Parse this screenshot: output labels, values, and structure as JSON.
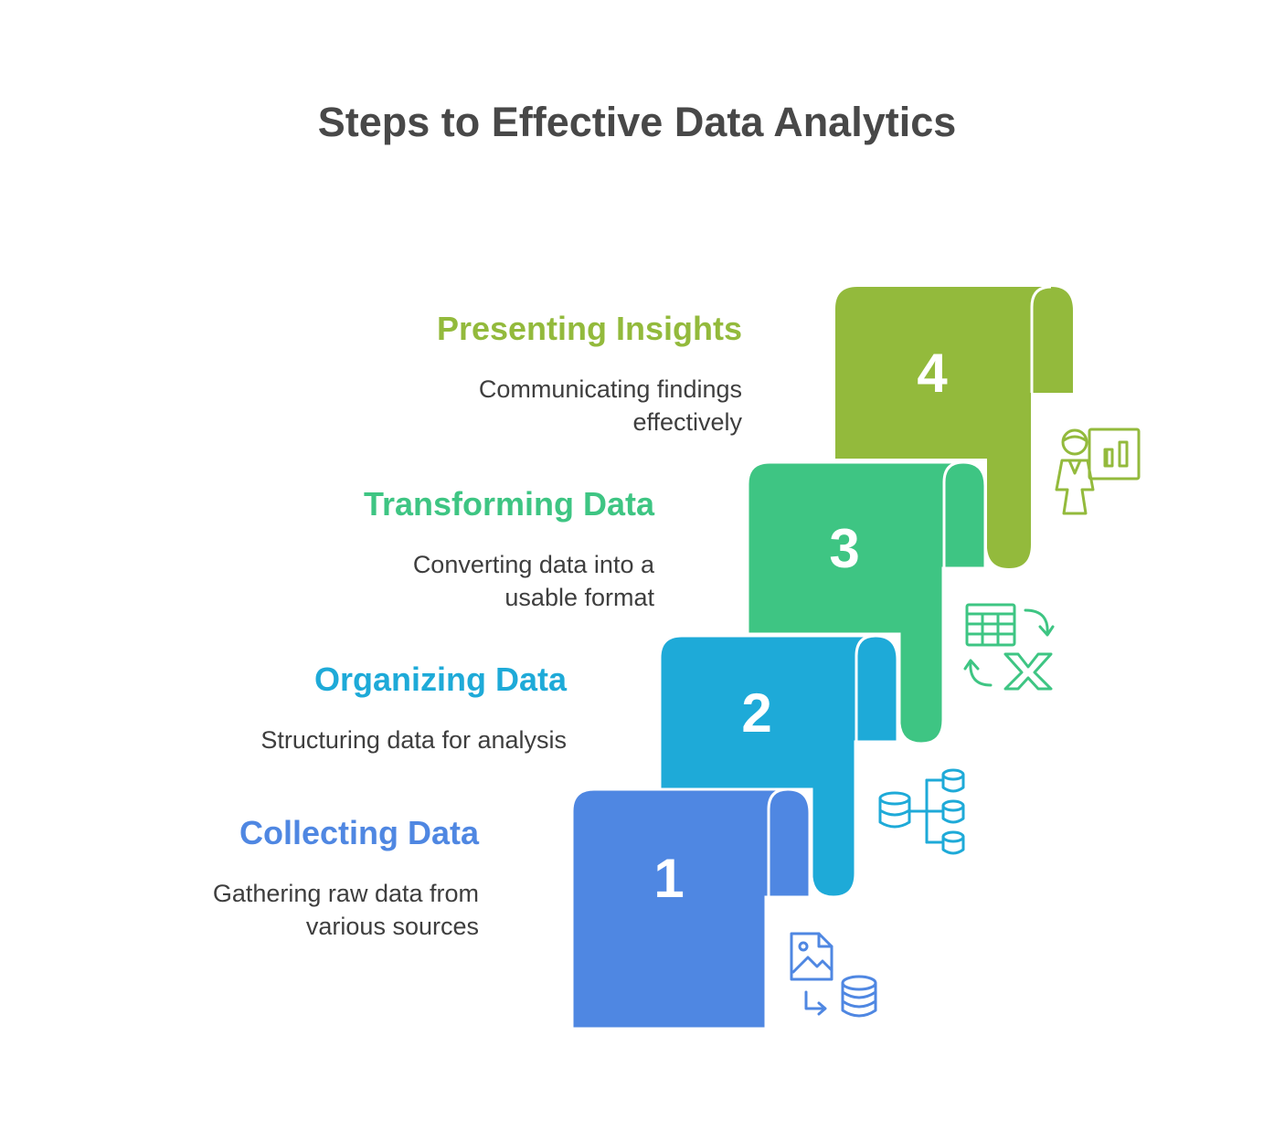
{
  "title": "Steps to Effective Data Analytics",
  "colors": {
    "step1": "#4f87e2",
    "step2": "#1eaad8",
    "step3": "#3ec583",
    "step4": "#93ba3c",
    "title": "#484848",
    "desc": "#3e3e3e"
  },
  "steps": [
    {
      "number": "1",
      "title": "Collecting Data",
      "description_lines": [
        "Gathering raw data from",
        "various sources"
      ],
      "icon": "image-to-database-icon"
    },
    {
      "number": "2",
      "title": "Organizing Data",
      "description_lines": [
        "Structuring data for analysis"
      ],
      "icon": "database-hierarchy-icon"
    },
    {
      "number": "3",
      "title": "Transforming Data",
      "description_lines": [
        "Converting data into a",
        "usable format"
      ],
      "icon": "spreadsheet-transform-icon"
    },
    {
      "number": "4",
      "title": "Presenting Insights",
      "description_lines": [
        "Communicating findings",
        "effectively"
      ],
      "icon": "presenter-chart-icon"
    }
  ]
}
